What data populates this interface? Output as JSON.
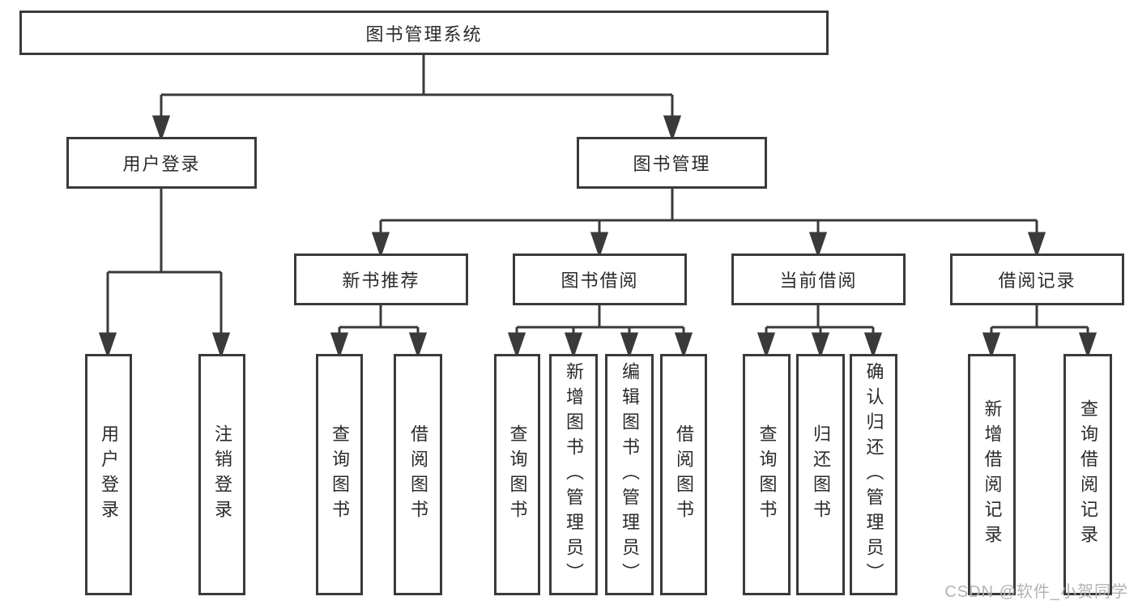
{
  "diagram": {
    "root": {
      "label": "图书管理系统"
    },
    "level2": [
      {
        "label": "用户登录"
      },
      {
        "label": "图书管理"
      }
    ],
    "level3": [
      {
        "label": "新书推荐"
      },
      {
        "label": "图书借阅"
      },
      {
        "label": "当前借阅"
      },
      {
        "label": "借阅记录"
      }
    ],
    "leaves": {
      "user_login": [
        {
          "label": "用户登录"
        },
        {
          "label": "注销登录"
        }
      ],
      "new_book_recommend": [
        {
          "label": "查询图书"
        },
        {
          "label": "借阅图书"
        }
      ],
      "book_borrow": [
        {
          "label": "查询图书"
        },
        {
          "label": "新增图书（管理员）"
        },
        {
          "label": "编辑图书（管理员）"
        },
        {
          "label": "借阅图书"
        }
      ],
      "current_borrow": [
        {
          "label": "查询图书"
        },
        {
          "label": "归还图书"
        },
        {
          "label": "确认归还（管理员）"
        }
      ],
      "borrow_records": [
        {
          "label": "新增借阅记录"
        },
        {
          "label": "查询借阅记录"
        }
      ]
    },
    "watermark": "CSDN @软件_小贺同学",
    "colors": {
      "line": "#3a3a3a",
      "text": "#2b2b2b",
      "watermark": "#b3b3b3",
      "background": "#ffffff"
    }
  }
}
